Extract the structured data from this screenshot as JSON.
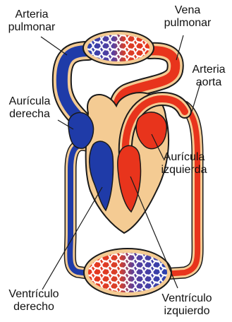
{
  "colors": {
    "venous": "#1f3ba8",
    "arterial": "#e8341c",
    "outline": "#1a1a1a",
    "tissue": "#f4cb93"
  },
  "labels": {
    "arteria_pulmonar": [
      "Arteria",
      "pulmonar"
    ],
    "vena_pulmonar": [
      "Vena",
      "pulmonar"
    ],
    "arteria_aorta": [
      "Arteria",
      "aorta"
    ],
    "auricula_derecha": [
      "Aurícula",
      "derecha"
    ],
    "auricula_izquierda": [
      "Aurícula",
      "izquierda"
    ],
    "ventriculo_derecho": [
      "Ventrículo",
      "derecho"
    ],
    "ventriculo_izquierdo": [
      "Ventrículo",
      "izquierdo"
    ]
  }
}
